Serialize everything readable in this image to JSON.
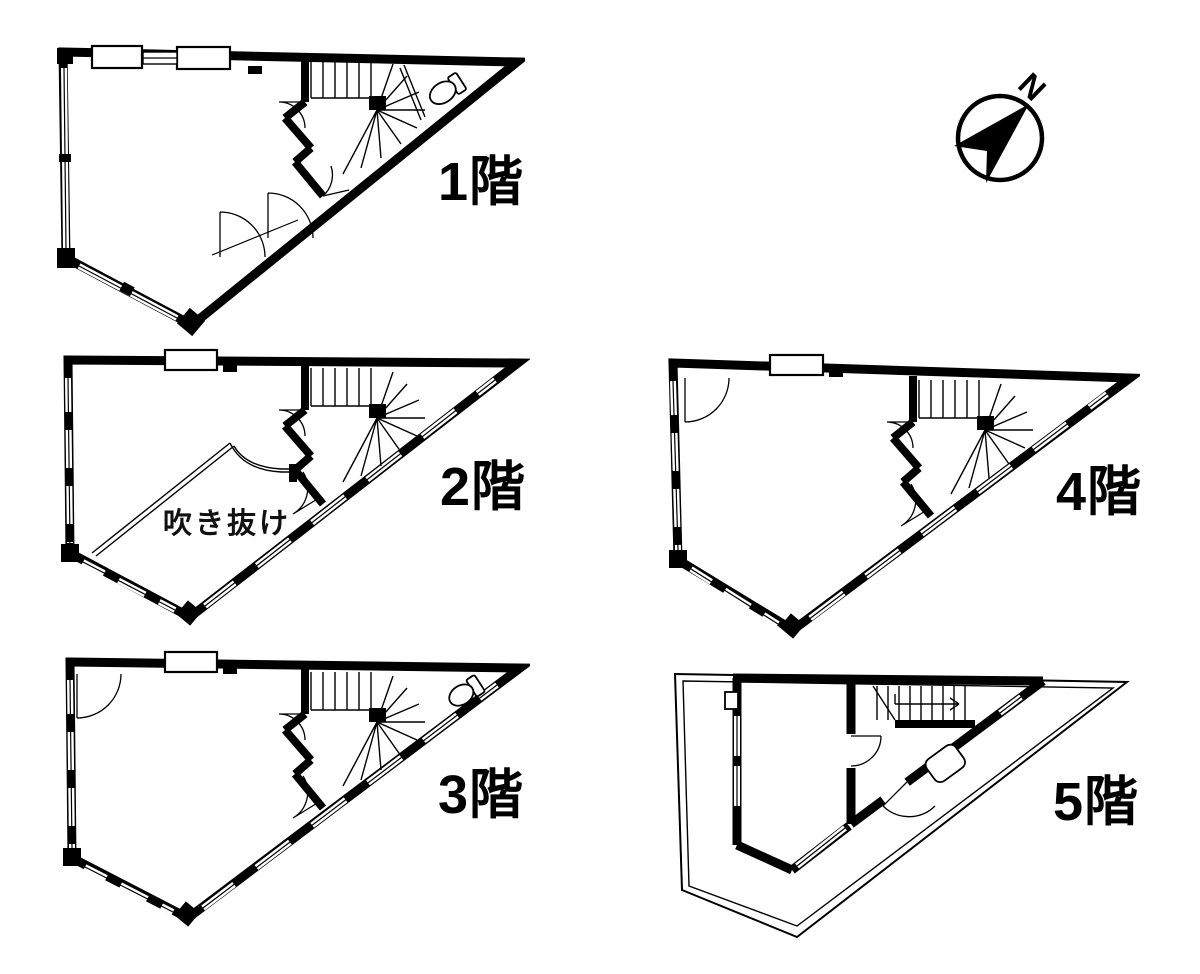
{
  "page": {
    "background": "#ffffff",
    "ink": "#000000"
  },
  "compass": {
    "north_label": "N"
  },
  "floors": [
    {
      "label": "1階"
    },
    {
      "label": "2階",
      "void_label": "吹き抜け"
    },
    {
      "label": "3階"
    },
    {
      "label": "4階"
    },
    {
      "label": "5階"
    }
  ]
}
